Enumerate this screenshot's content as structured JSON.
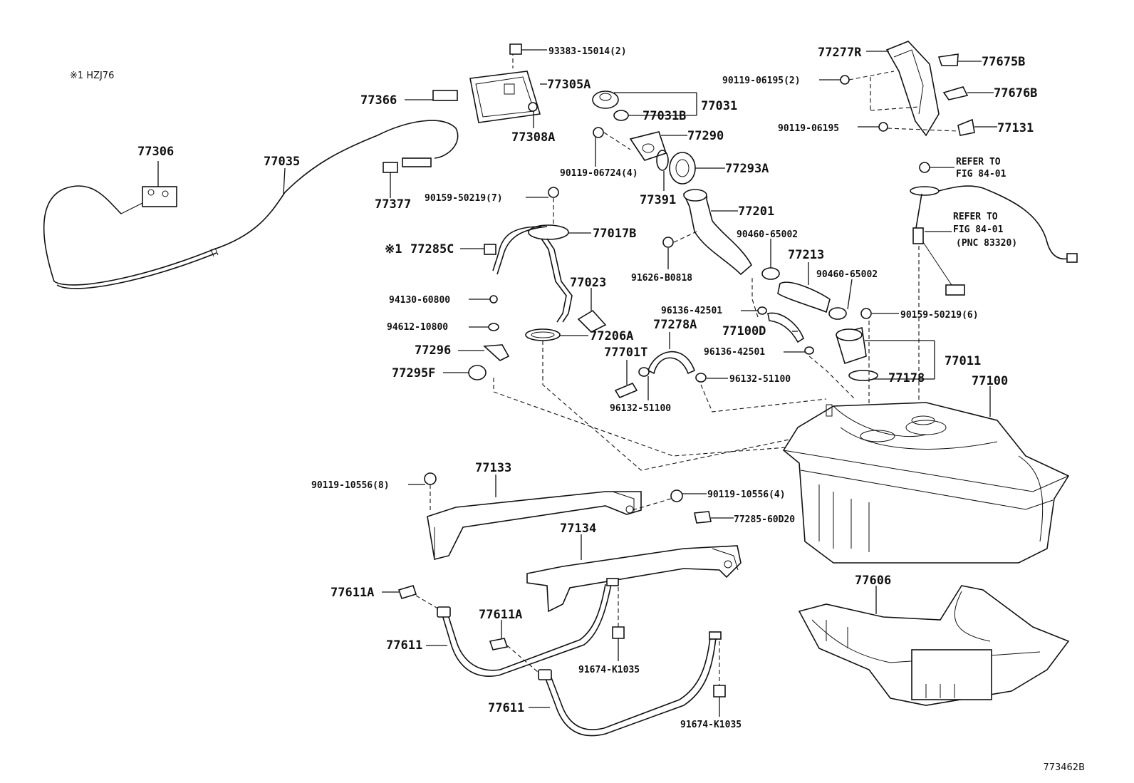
{
  "note": "※1 HZJ76",
  "diagram_id": "773462B",
  "labels": {
    "p93383": "93383-15014(2)",
    "p77305A": "77305A",
    "p77366": "77366",
    "p77308A": "77308A",
    "p77031": "77031",
    "p77031B": "77031B",
    "p77290": "77290",
    "p90119_06724": "90119-06724(4)",
    "p77293A": "77293A",
    "p77391": "77391",
    "p77201": "77201",
    "p77306": "77306",
    "p77035": "77035",
    "p77377": "77377",
    "p90159_7": "90159-50219(7)",
    "p77017B": "77017B",
    "p77285C_mark": "※1",
    "p77285C": "77285C",
    "p94130": "94130-60800",
    "p94612": "94612-10800",
    "p77296": "77296",
    "p77295F": "77295F",
    "p77023": "77023",
    "p77206A": "77206A",
    "p91626": "91626-B0818",
    "p90460_a": "90460-65002",
    "p77213": "77213",
    "p90460_b": "90460-65002",
    "p96136_a": "96136-42501",
    "p77278A": "77278A",
    "p77100D": "77100D",
    "p90159_6": "90159-50219(6)",
    "p77701T": "77701T",
    "p96136_b": "96136-42501",
    "p77011": "77011",
    "p96132_a": "96132-51100",
    "p77178": "77178",
    "p96132_b": "96132-51100",
    "p77100": "77100",
    "p77277R": "77277R",
    "p77675B": "77675B",
    "p90119_06195_2": "90119-06195(2)",
    "p77676B": "77676B",
    "p90119_06195": "90119-06195",
    "p77131": "77131",
    "refer1_a": "REFER TO",
    "refer1_b": "FIG 84-01",
    "refer2_a": "REFER TO",
    "refer2_b": "FIG 84-01",
    "refer2_c": "(PNC 83320)",
    "p90119_8": "90119-10556(8)",
    "p77133": "77133",
    "p90119_4": "90119-10556(4)",
    "p77285_60D20": "77285-60D20",
    "p77134": "77134",
    "p77611A_a": "77611A",
    "p77611A_b": "77611A",
    "p77611_a": "77611",
    "p77611_b": "77611",
    "p91674_a": "91674-K1035",
    "p91674_b": "91674-K1035",
    "p77606": "77606"
  }
}
